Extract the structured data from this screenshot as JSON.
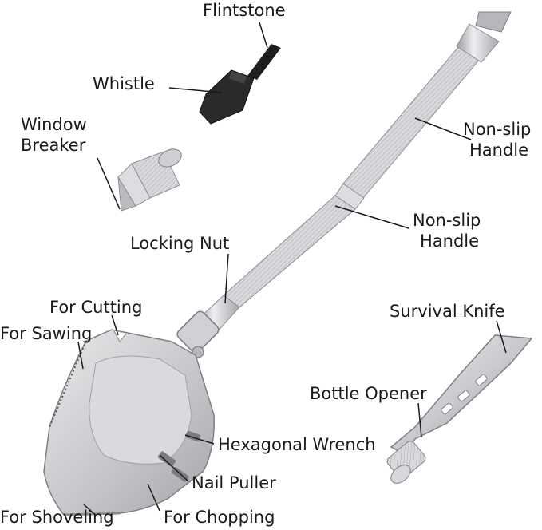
{
  "labels": {
    "flintstone": "Flintstone",
    "whistle": "Whistle",
    "window_breaker_l1": "Window",
    "window_breaker_l2": "Breaker",
    "non_slip_top_l1": "Non-slip",
    "non_slip_top_l2": "Handle",
    "non_slip_mid_l1": "Non-slip",
    "non_slip_mid_l2": "Handle",
    "locking_nut": "Locking Nut",
    "for_cutting": "For Cutting",
    "for_sawing": "For Sawing",
    "survival_knife": "Survival Knife",
    "bottle_opener": "Bottle Opener",
    "hexagonal_wrench": "Hexagonal Wrench",
    "nail_puller": "Nail Puller",
    "for_shoveling": "For Shoveling",
    "for_chopping": "For Chopping"
  },
  "colors": {
    "steel_light": "#e6e6e8",
    "steel_mid": "#bfc0c4",
    "steel_dark": "#8d8f95",
    "plastic_black": "#2a2a2c",
    "leader_line": "#1a1a1a"
  }
}
